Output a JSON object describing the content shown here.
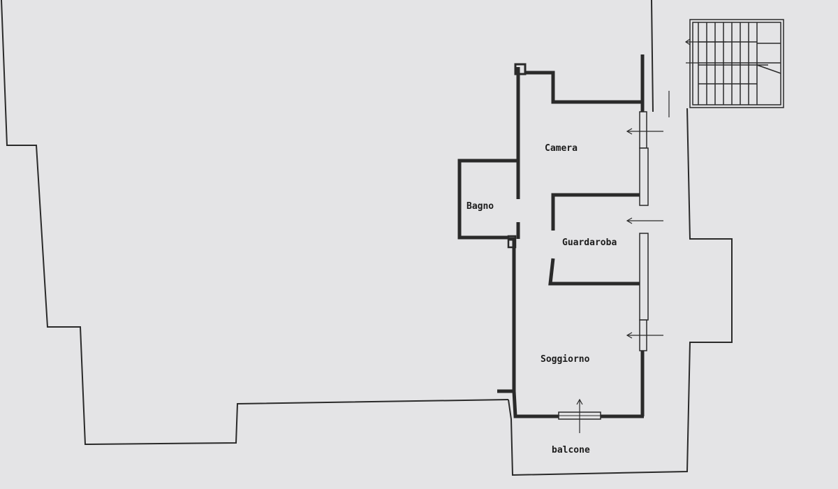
{
  "plan": {
    "colors": {
      "paper": "#e4e4e6",
      "ink": "#2a2a2a"
    },
    "rooms": [
      {
        "id": "camera",
        "label": "Camera"
      },
      {
        "id": "bagno",
        "label": "Bagno"
      },
      {
        "id": "guardaroba",
        "label": "Guardaroba"
      },
      {
        "id": "soggiorno",
        "label": "Soggiorno"
      },
      {
        "id": "balcone",
        "label": "balcone"
      }
    ],
    "icons": {
      "staircase": "staircase-icon",
      "entry_arrow": "arrow-icon"
    }
  }
}
